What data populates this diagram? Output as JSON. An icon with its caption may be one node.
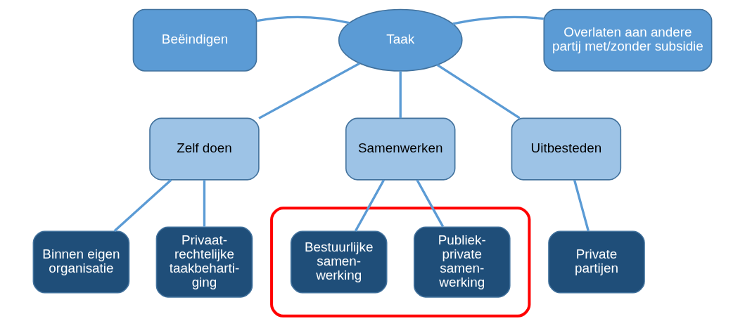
{
  "diagram": {
    "nodes": [
      {
        "text": [
          "Taak"
        ]
      },
      {
        "text": [
          "Beëindigen"
        ]
      },
      {
        "text": [
          "Overlaten aan andere partij met/zonder subsidie"
        ]
      },
      {
        "text": [
          "Zelf doen"
        ]
      },
      {
        "text": [
          "Samenwerken"
        ]
      },
      {
        "text": [
          "Uitbesteden"
        ]
      },
      {
        "text": [
          "Binnen eigen organisatie"
        ]
      },
      {
        "text": [
          "Privaat- rechtelijke taakbeharti- ging"
        ]
      },
      {
        "text": [],
        "shape": "ellipse"
      },
      {
        "text": [
          "Bestuurlijke samen- werking"
        ],
        "in": 8
      },
      {
        "text": [
          "Publiek- private samen- werking"
        ],
        "in": 8
      },
      {
        "text": [
          "Private partijen"
        ]
      }
    ],
    "edges": [
      {
        "from": 0,
        "to": 1,
        "arrow": "none"
      },
      {
        "from": 0,
        "to": 2,
        "arrow": "none"
      },
      {
        "from": 0,
        "to": 3,
        "arrow": "none"
      },
      {
        "from": 0,
        "to": 4,
        "arrow": "none"
      },
      {
        "from": 0,
        "to": 5,
        "arrow": "none"
      },
      {
        "from": 3,
        "to": 6,
        "arrow": "none"
      },
      {
        "from": 3,
        "to": 7,
        "arrow": "none"
      },
      {
        "from": 4,
        "to": 9,
        "arrow": "none"
      },
      {
        "from": 4,
        "to": 10,
        "arrow": "none"
      },
      {
        "from": 5,
        "to": 11,
        "arrow": "none"
      }
    ]
  }
}
